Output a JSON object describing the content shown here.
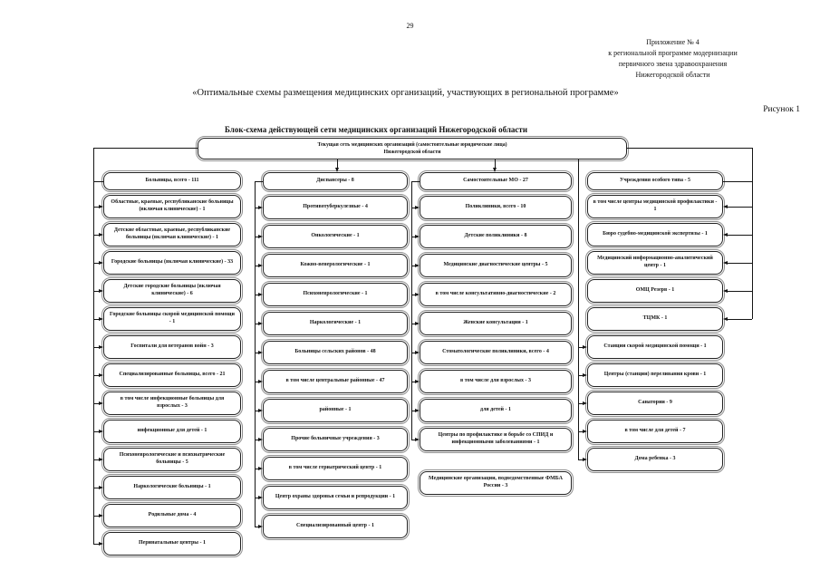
{
  "page": {
    "page_number": "29",
    "appendix_lines": [
      "Приложение № 4",
      "к региональной программе модернизации",
      "первичного звена здравоохранения",
      "Нижегородской области"
    ],
    "title": "«Оптимальные схемы размещения медицинских организаций, участвующих в региональной программе»",
    "figure_label": "Рисунок 1"
  },
  "chart": {
    "title": "Блок-схема действующей сети медицинских организаций Нижегородской области",
    "root": {
      "line1": "Текущая сеть медицинских организаций (самостоятельные юридические лица)",
      "line2": "Нижегородской области"
    },
    "columns": [
      {
        "header": "Больницы, всего - 111",
        "boxes": [
          "Областные, краевые, республиканские больницы (включая клинические) - 1",
          "Детские областные, краевые, республиканские больницы (включая клинические) - 1",
          "Городские больницы (включая клинические) - 33",
          "Детские городские больницы (включая клинические) - 6",
          "Городские больницы скорой медицинской помощи - 1",
          "Госпитали для ветеранов войн - 3",
          "Специализированные больницы, всего - 21",
          "в том числе инфекционные больницы для взрослых - 3",
          "инфекционные для детей - 1",
          "Психоневрологические и психиатрические больницы - 5",
          "Наркологические больницы - 1",
          "Родильные дома - 4",
          "Перинатальные центры - 1"
        ]
      },
      {
        "header": "Диспансеры - 8",
        "boxes": [
          "Противотуберкулезные - 4",
          "Онкологические - 1",
          "Кожно-венерологические - 1",
          "Психоневрологические - 1",
          "Наркологические - 1",
          "Больницы сельских районов - 48",
          "в том числе центральные районные - 47",
          "районные - 1",
          "Прочие больничные учреждения - 3",
          "в том числе гериатрический центр - 1",
          "Центр охраны здоровья семьи и репродукции - 1",
          "Специализированный центр - 1"
        ]
      },
      {
        "header": "Самостоятельные МО - 27",
        "boxes": [
          "Поликлиники, всего - 10",
          "Детские поликлиники - 8",
          "Медицинские диагностические центры - 5",
          "в том числе консультативно-диагностические - 2",
          "Женские консультации - 1",
          "Стоматологические поликлиники, всего - 4",
          "в том числе для взрослых - 3",
          "для детей - 1",
          "Центры по профилактике и борьбе со СПИД и инфекционными заболеваниями - 1"
        ],
        "standalone": "Медицинские организации, подведомственные ФМБА России - 3"
      },
      {
        "header": "Учреждения особого типа - 5",
        "boxes": [
          "в том числе центры медицинской профилактики - 1",
          "Бюро судебно-медицинской экспертизы - 1",
          "Медицинский информационно-аналитический центр - 1",
          "ОМЦ Резерв - 1",
          "ТЦМК - 1",
          "Станции скорой медицинской помощи - 1",
          "Центры (станции) переливания крови - 1",
          "Санатории - 9",
          "в том числе для детей - 7",
          "Дома ребенка - 3"
        ]
      }
    ]
  }
}
